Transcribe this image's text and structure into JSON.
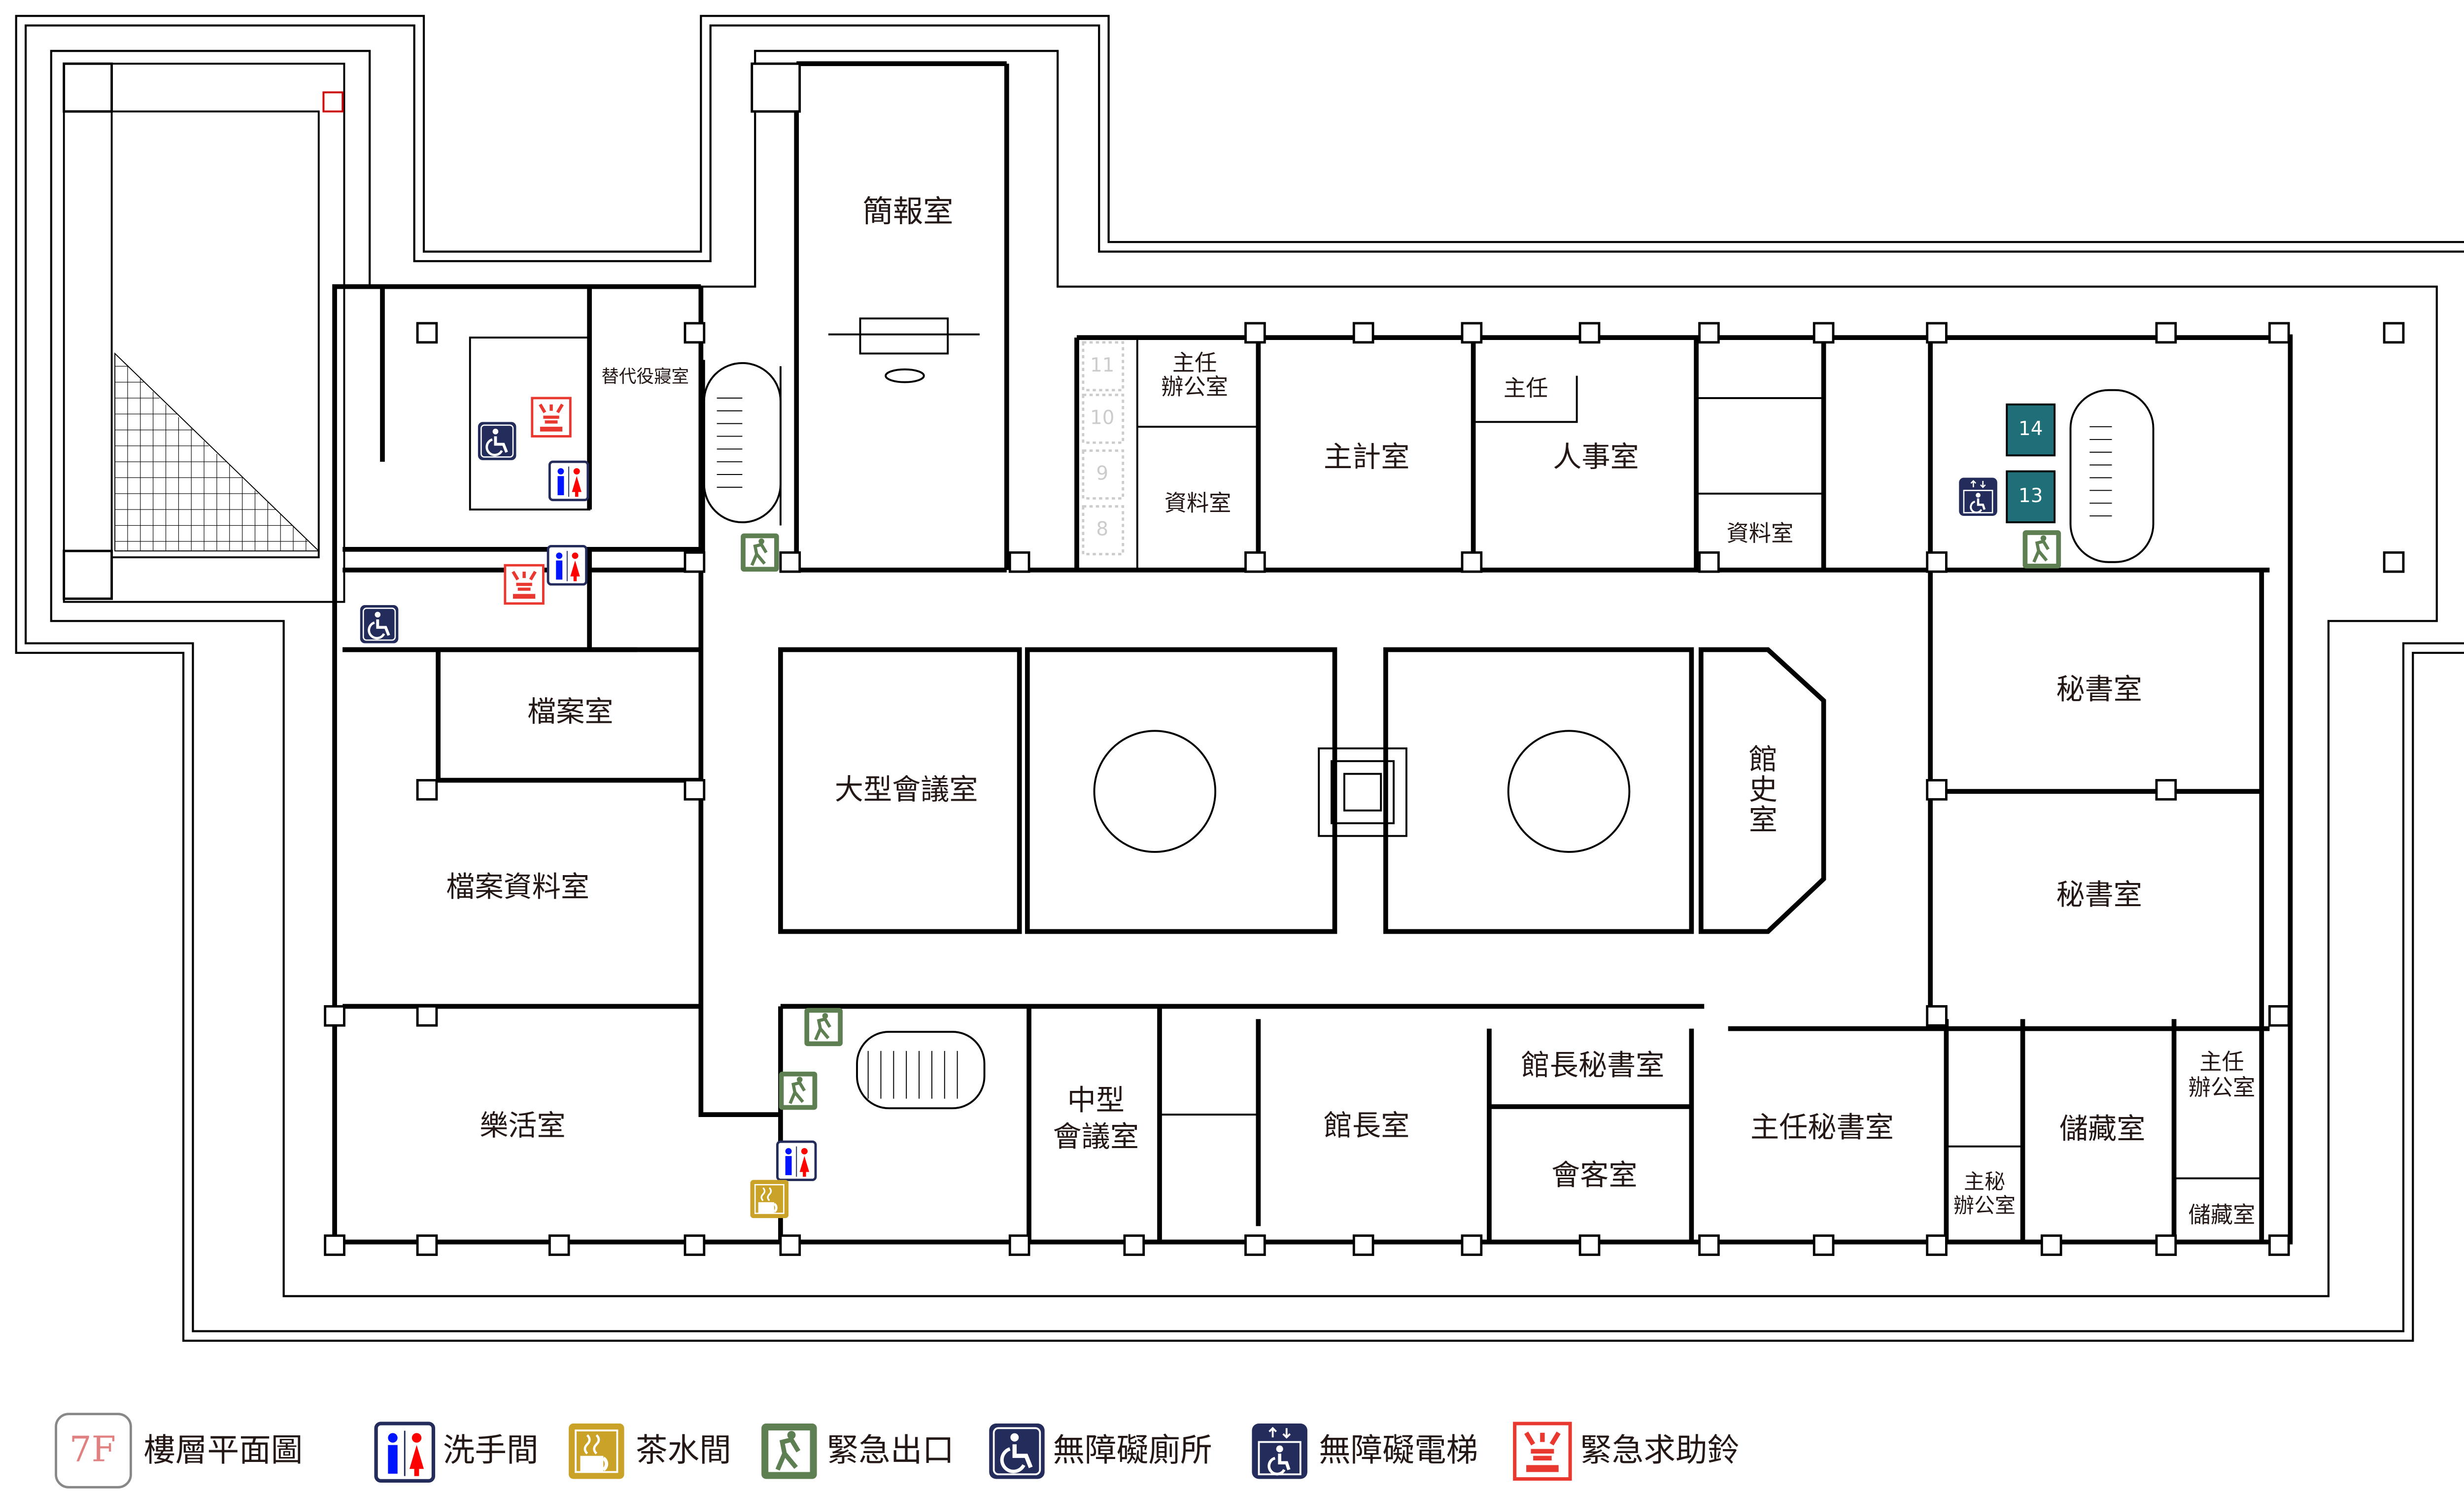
{
  "floor": "7F",
  "colors": {
    "restroom_bg": "#232c5a",
    "male": "#0015ff",
    "female": "#ff0000",
    "pantry": "#c9a227",
    "exit": "#5e7f52",
    "accessible": "#232c5a",
    "alarm": "#e8382f",
    "elevator_car": "#1f6f78",
    "floor_badge": "#e08080"
  },
  "rooms": {
    "briefing": "簡報室",
    "director_office": [
      "主任",
      "辦公室"
    ],
    "archive_n1": "資料室",
    "accounting": "主計室",
    "director": "主任",
    "personnel": "人事室",
    "archive_n2": "資料室",
    "substitute_dorm": "替代役寢室",
    "file_room": "檔案室",
    "large_meeting": "大型會議室",
    "history": [
      "館",
      "史",
      "室"
    ],
    "secretary_1": "秘書室",
    "secretary_2": "秘書室",
    "file_archive": "檔案資料室",
    "wellness": "樂活室",
    "medium_meeting": [
      "中型",
      "會議室"
    ],
    "curator": "館長室",
    "curator_secretary": "館長秘書室",
    "reception": "會客室",
    "chief_secretary": "主任秘書室",
    "chief_sec_office": [
      "主秘",
      "辦公室"
    ],
    "storage_1": "儲藏室",
    "director_office_2": [
      "主任",
      "辦公室"
    ],
    "storage_2": "儲藏室"
  },
  "elevators": [
    "14",
    "13"
  ],
  "parking": [
    "11",
    "10",
    "9",
    "8"
  ],
  "legend": [
    {
      "icon": "floor-badge",
      "label": "樓層平面圖"
    },
    {
      "icon": "restroom-icon",
      "label": "洗手間"
    },
    {
      "icon": "pantry-icon",
      "label": "茶水間"
    },
    {
      "icon": "emergency-exit-icon",
      "label": "緊急出口"
    },
    {
      "icon": "accessible-toilet-icon",
      "label": "無障礙廁所"
    },
    {
      "icon": "accessible-elevator-icon",
      "label": "無障礙電梯"
    },
    {
      "icon": "emergency-alarm-icon",
      "label": "緊急求助鈴"
    }
  ]
}
